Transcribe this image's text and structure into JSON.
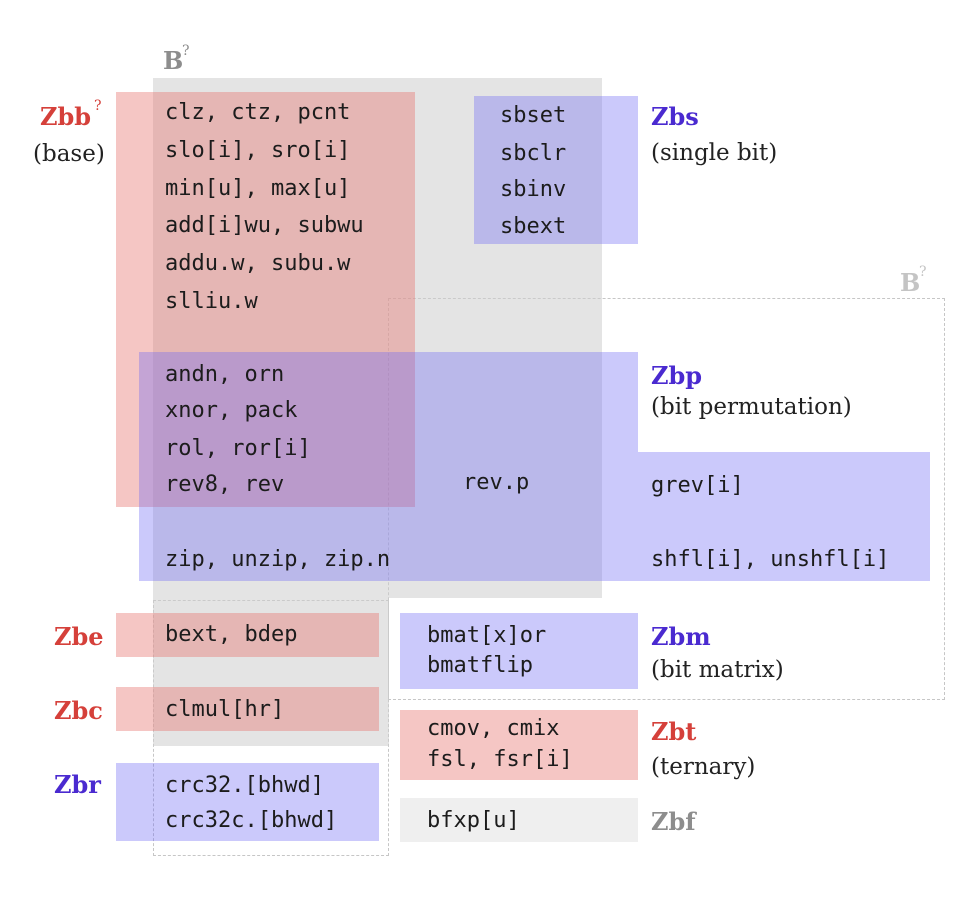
{
  "b_main": {
    "label": "B",
    "sup": "?"
  },
  "b_secondary": {
    "label": "B",
    "sup": "?"
  },
  "zbb": {
    "label": "Zbb",
    "sup": "?",
    "desc": "(base)",
    "lines": [
      "clz, ctz, pcnt",
      "slo[i], sro[i]",
      "min[u], max[u]",
      "add[i]wu, subwu",
      "addu.w, subu.w",
      "slliu.w"
    ]
  },
  "zbs": {
    "label": "Zbs",
    "desc": "(single bit)",
    "lines": [
      "sbset",
      "sbclr",
      "sbinv",
      "sbext"
    ]
  },
  "zbp": {
    "label": "Zbp",
    "desc": "(bit permutation)",
    "shared_lines": [
      "andn, orn",
      "xnor, pack",
      "rol, ror[i]",
      "rev8, rev"
    ],
    "rev_p": "rev.p",
    "grev": "grev[i]",
    "zip": "zip, unzip, zip.n",
    "shfl": "shfl[i], unshfl[i]"
  },
  "zbe": {
    "label": "Zbe",
    "lines": [
      "bext, bdep"
    ]
  },
  "zbc": {
    "label": "Zbc",
    "lines": [
      "clmul[hr]"
    ]
  },
  "zbr": {
    "label": "Zbr",
    "lines": [
      "crc32.[bhwd]",
      "crc32c.[bhwd]"
    ]
  },
  "zbm": {
    "label": "Zbm",
    "desc": "(bit matrix)",
    "lines": [
      "bmat[x]or",
      "bmatflip"
    ]
  },
  "zbt": {
    "label": "Zbt",
    "desc": "(ternary)",
    "lines": [
      "cmov, cmix",
      "fsl, fsr[i]"
    ]
  },
  "zbf": {
    "label": "Zbf",
    "lines": [
      "bfxp[u]"
    ]
  },
  "colors": {
    "red": "#d5403a",
    "blue": "#4a2ad0",
    "gray": "#8d8d8d"
  }
}
